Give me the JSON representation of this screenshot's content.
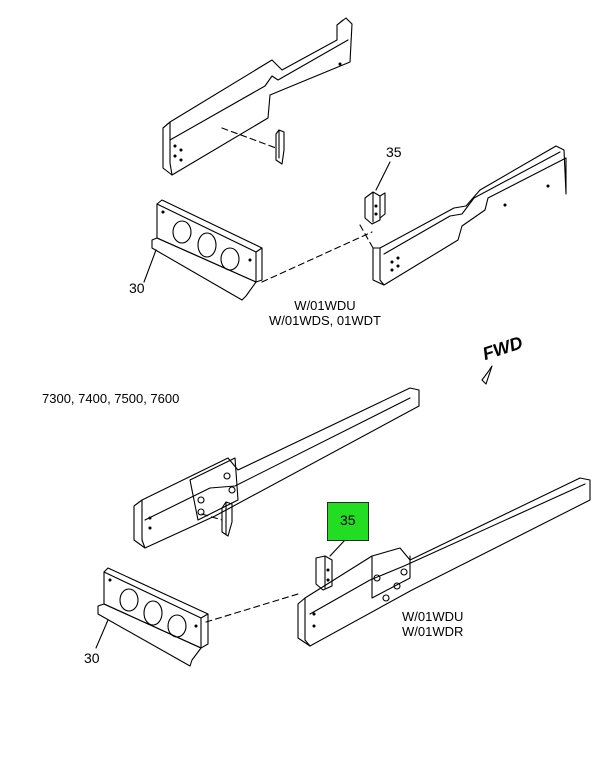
{
  "colors": {
    "line": "#000000",
    "highlight": "#22dd22",
    "background": "#ffffff"
  },
  "top_view": {
    "callouts": {
      "crossmember": "30",
      "bracket": "35"
    },
    "variant_line1": "W/01WDU",
    "variant_line2": "W/01WDS, 01WDT"
  },
  "orientation": {
    "fwd_label": "FWD",
    "arrow_icon": "fwd-arrow-icon"
  },
  "models_label": "7300, 7400, 7500, 7600",
  "bottom_view": {
    "callouts": {
      "crossmember": "30",
      "bracket_highlighted": "35"
    },
    "variant_line1": "W/01WDU",
    "variant_line2": "W/01WDR"
  }
}
